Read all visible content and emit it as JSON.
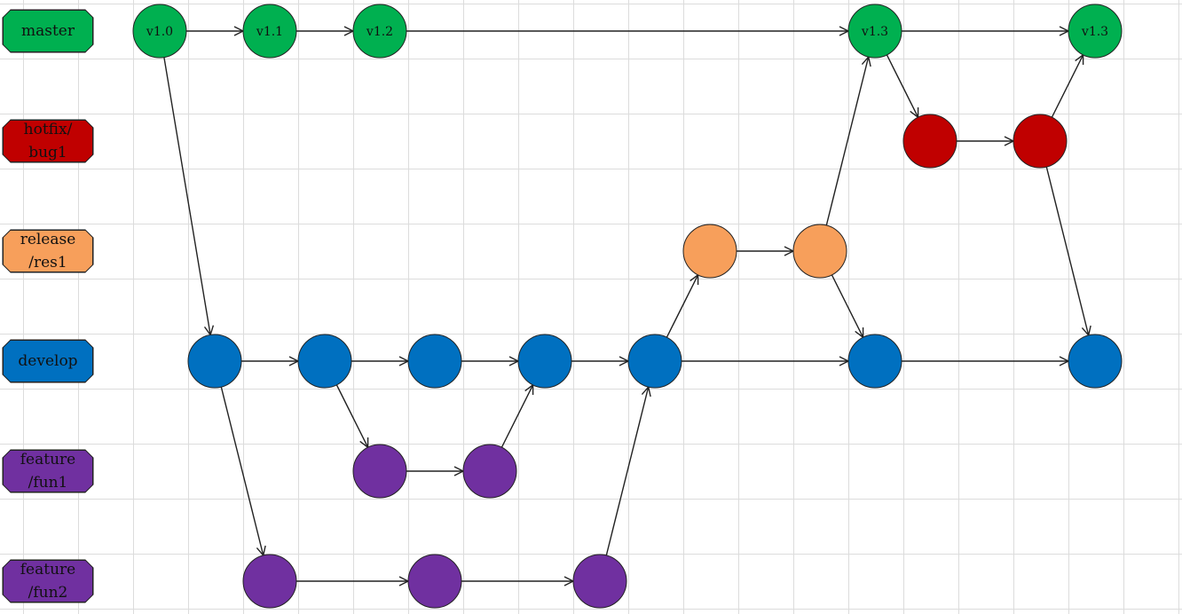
{
  "colors": {
    "master": "#00b050",
    "hotfix": "#c00000",
    "release": "#f79f5b",
    "develop": "#0070c0",
    "feature": "#7030a0",
    "stroke": "#222222"
  },
  "lanes": [
    {
      "id": "master",
      "label": "master",
      "color": "master"
    },
    {
      "id": "hotfix",
      "label": "hotfix/\nbug1",
      "color": "hotfix"
    },
    {
      "id": "release",
      "label": "release\n/res1",
      "color": "release"
    },
    {
      "id": "develop",
      "label": "develop",
      "color": "develop"
    },
    {
      "id": "fun1",
      "label": "feature\n/fun1",
      "color": "feature"
    },
    {
      "id": "fun2",
      "label": "feature\n/fun2",
      "color": "feature"
    }
  ],
  "commits": [
    {
      "id": "m1",
      "lane": "master",
      "label": "v1.0"
    },
    {
      "id": "m2",
      "lane": "master",
      "label": "v1.1"
    },
    {
      "id": "m3",
      "lane": "master",
      "label": "v1.2"
    },
    {
      "id": "m4",
      "lane": "master",
      "label": "v1.3"
    },
    {
      "id": "m5",
      "lane": "master",
      "label": "v1.3"
    },
    {
      "id": "h1",
      "lane": "hotfix",
      "label": ""
    },
    {
      "id": "h2",
      "lane": "hotfix",
      "label": ""
    },
    {
      "id": "r1",
      "lane": "release",
      "label": ""
    },
    {
      "id": "r2",
      "lane": "release",
      "label": ""
    },
    {
      "id": "d1",
      "lane": "develop",
      "label": ""
    },
    {
      "id": "d2",
      "lane": "develop",
      "label": ""
    },
    {
      "id": "d3",
      "lane": "develop",
      "label": ""
    },
    {
      "id": "d4",
      "lane": "develop",
      "label": ""
    },
    {
      "id": "d5",
      "lane": "develop",
      "label": ""
    },
    {
      "id": "d6",
      "lane": "develop",
      "label": ""
    },
    {
      "id": "d7",
      "lane": "develop",
      "label": ""
    },
    {
      "id": "f1a",
      "lane": "fun1",
      "label": ""
    },
    {
      "id": "f1b",
      "lane": "fun1",
      "label": ""
    },
    {
      "id": "f2a",
      "lane": "fun2",
      "label": ""
    },
    {
      "id": "f2b",
      "lane": "fun2",
      "label": ""
    },
    {
      "id": "f2c",
      "lane": "fun2",
      "label": ""
    }
  ],
  "edges": [
    {
      "from": "m1",
      "to": "m2"
    },
    {
      "from": "m2",
      "to": "m3"
    },
    {
      "from": "m3",
      "to": "m4"
    },
    {
      "from": "m4",
      "to": "m5"
    },
    {
      "from": "m1",
      "to": "d1"
    },
    {
      "from": "m4",
      "to": "h1"
    },
    {
      "from": "h1",
      "to": "h2"
    },
    {
      "from": "h2",
      "to": "m5"
    },
    {
      "from": "h2",
      "to": "d7"
    },
    {
      "from": "d1",
      "to": "d2"
    },
    {
      "from": "d2",
      "to": "d3"
    },
    {
      "from": "d3",
      "to": "d4"
    },
    {
      "from": "d4",
      "to": "d5"
    },
    {
      "from": "d5",
      "to": "d6"
    },
    {
      "from": "d6",
      "to": "d7"
    },
    {
      "from": "d2",
      "to": "f1a"
    },
    {
      "from": "f1a",
      "to": "f1b"
    },
    {
      "from": "f1b",
      "to": "d4"
    },
    {
      "from": "d1",
      "to": "f2a"
    },
    {
      "from": "f2a",
      "to": "f2b"
    },
    {
      "from": "f2b",
      "to": "f2c"
    },
    {
      "from": "f2c",
      "to": "d5"
    },
    {
      "from": "d5",
      "to": "r1"
    },
    {
      "from": "r1",
      "to": "r2"
    },
    {
      "from": "r2",
      "to": "m4"
    },
    {
      "from": "r2",
      "to": "d6"
    }
  ]
}
